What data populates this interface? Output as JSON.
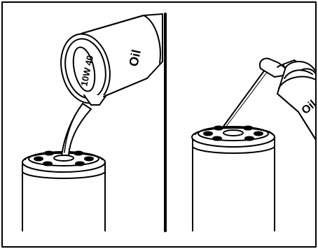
{
  "illustration": {
    "left_panel": {
      "can_brand": "Oil",
      "viscosity_label": "10W 40"
    },
    "right_panel": {
      "can_brand": "Oil"
    }
  }
}
